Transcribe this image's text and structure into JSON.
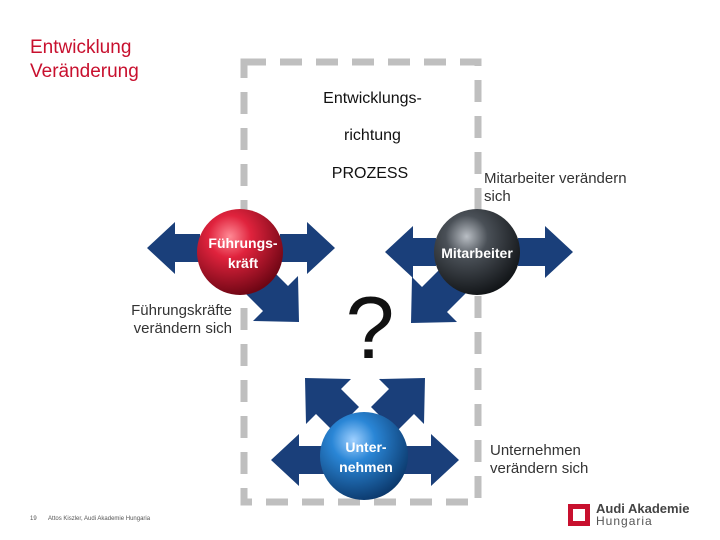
{
  "title": {
    "line1": "Entwicklung",
    "line2": "Veränderung"
  },
  "box_label": {
    "line1": "Entwicklungs-",
    "line2": "richtung"
  },
  "process_label": "PROZESS",
  "question_mark": "?",
  "spheres": {
    "fuehrungskraefte": {
      "line1": "Führungs-",
      "line2": "kräft",
      "color": "#c8102e"
    },
    "mitarbeiter": {
      "line1": "Mitarbeiter",
      "color": "#3a3f44"
    },
    "unternehmen": {
      "line1": "Unter-",
      "line2": "nehmen",
      "color": "#1f78c8"
    }
  },
  "notes": {
    "mitarbeiter": {
      "line1": "Mitarbeiter verändern",
      "line2": "sich"
    },
    "fuehrungskraefte": {
      "line1": "Führungskräfte",
      "line2": "verändern sich"
    },
    "unternehmen": {
      "line1": "Unternehmen",
      "line2": "verändern sich"
    }
  },
  "footer": {
    "page": "19",
    "text": "Attos Kiszler, Audi Akademie Hungaria"
  },
  "logo": {
    "line1": "Audi Akademie",
    "line2": "Hungaria",
    "color": "#c8102e"
  },
  "colors": {
    "arrow": "#1a3f7a",
    "title": "#c8102e",
    "frame": "#bfbfbf"
  }
}
